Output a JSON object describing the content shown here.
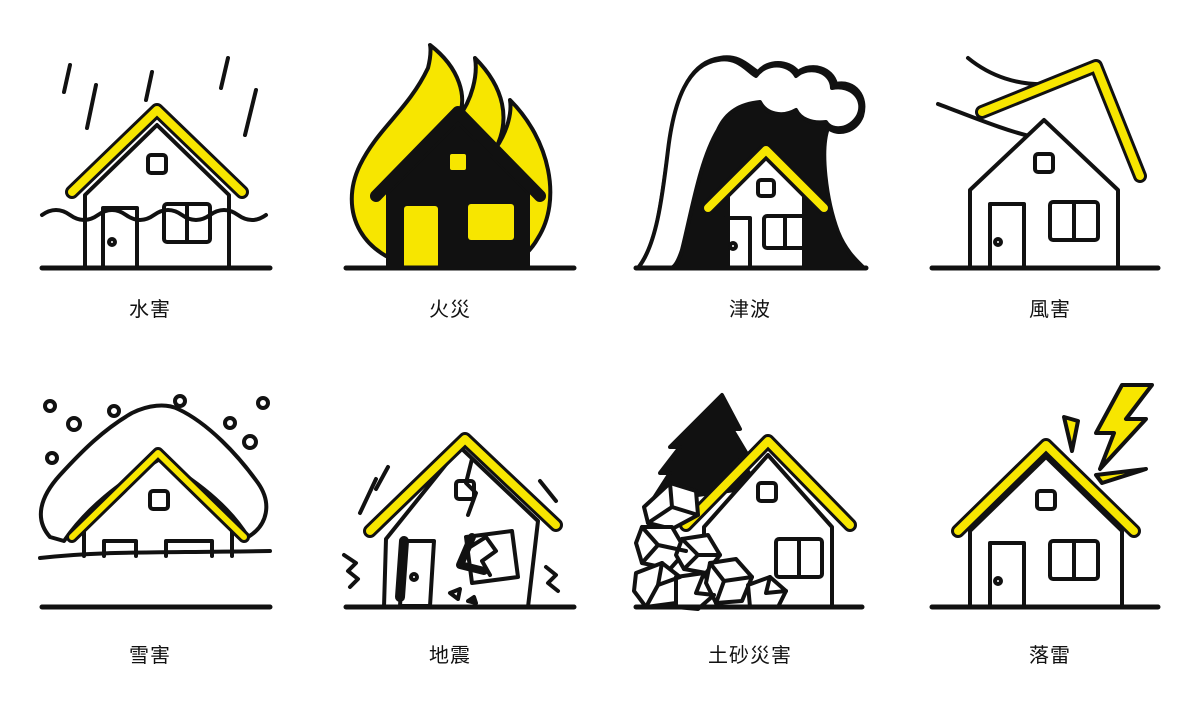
{
  "colors": {
    "ink": "#111111",
    "accent": "#F7E600",
    "paper": "#FFFFFF"
  },
  "icons": [
    {
      "id": "flood",
      "label": "水害",
      "icon": "flood-house-icon"
    },
    {
      "id": "fire",
      "label": "火災",
      "icon": "fire-house-icon"
    },
    {
      "id": "tsunami",
      "label": "津波",
      "icon": "tsunami-house-icon"
    },
    {
      "id": "wind",
      "label": "風害",
      "icon": "wind-house-icon"
    },
    {
      "id": "snow",
      "label": "雪害",
      "icon": "snow-house-icon"
    },
    {
      "id": "earthquake",
      "label": "地震",
      "icon": "earthquake-house-icon"
    },
    {
      "id": "landslide",
      "label": "土砂災害",
      "icon": "landslide-house-icon"
    },
    {
      "id": "lightning",
      "label": "落雷",
      "icon": "lightning-house-icon"
    }
  ]
}
